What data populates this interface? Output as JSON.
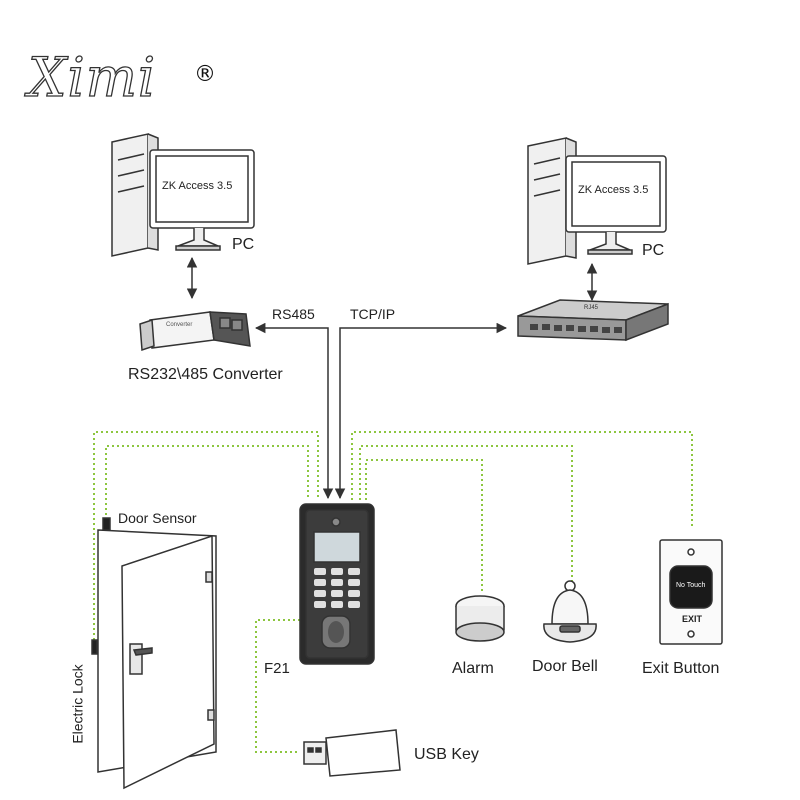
{
  "brand": {
    "name": "Ximi",
    "registered": "®"
  },
  "pc_left": {
    "label": "PC",
    "screen_text": "ZK Access 3.5"
  },
  "pc_right": {
    "label": "PC",
    "screen_text": "ZK Access 3.5"
  },
  "converter": {
    "label": "RS232\\485 Converter",
    "body_text": "Converter"
  },
  "links": {
    "rs485": "RS485",
    "tcpip": "TCP/IP"
  },
  "switch": {
    "body_text": "RJ45"
  },
  "device": {
    "label": "F21"
  },
  "door": {
    "sensor_label": "Door Sensor",
    "lock_label": "Electric Lock"
  },
  "peripherals": {
    "alarm": "Alarm",
    "door_bell": "Door Bell",
    "exit_button": "Exit Button",
    "exit_face_text": "No Touch",
    "exit_plate_text": "EXIT",
    "usb_key": "USB Key"
  },
  "colors": {
    "wire_green": "#8dc63f",
    "line_dark": "#333333"
  }
}
